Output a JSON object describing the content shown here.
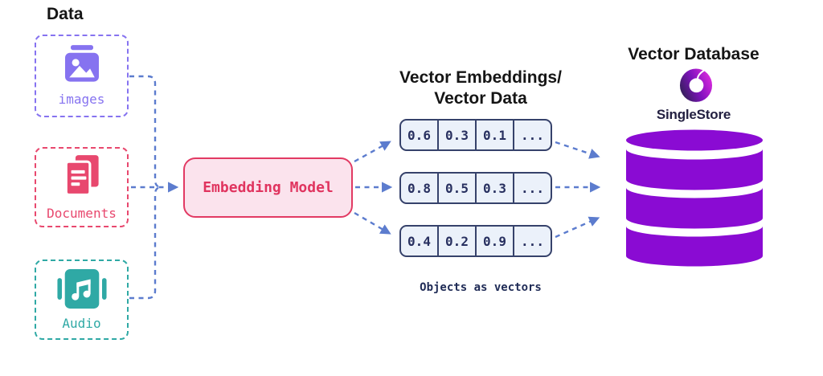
{
  "titles": {
    "data": "Data",
    "embeddings_line1": "Vector Embeddings/",
    "embeddings_line2": "Vector Data",
    "database": "Vector Database"
  },
  "sources": [
    {
      "label": "images",
      "icon": "image-icon",
      "accent": "#8673F0"
    },
    {
      "label": "Documents",
      "icon": "documents-icon",
      "accent": "#E8486E"
    },
    {
      "label": "Audio",
      "icon": "audio-icon",
      "accent": "#2FA9A5"
    }
  ],
  "embedding_model": {
    "label": "Embedding Model",
    "border": "#E23A63",
    "fill": "#FBE3ED"
  },
  "vectors": {
    "rows": [
      [
        "0.6",
        "0.3",
        "0.1",
        "..."
      ],
      [
        "0.8",
        "0.5",
        "0.3",
        "..."
      ],
      [
        "0.4",
        "0.2",
        "0.9",
        "..."
      ]
    ],
    "caption": "Objects as vectors",
    "cell_border": "#36426B",
    "cell_fill": "#EBF1FA"
  },
  "database": {
    "vendor": "SingleStore",
    "cylinder_color": "#8A0BD3"
  },
  "colors": {
    "arrow": "#5C7CCE"
  }
}
